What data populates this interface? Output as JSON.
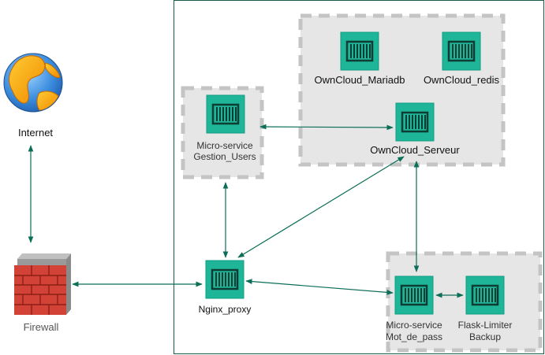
{
  "nodes": {
    "internet": {
      "label": "Internet",
      "icon": "globe-icon"
    },
    "firewall": {
      "label": "Firewall",
      "icon": "brick-wall-icon"
    },
    "gestion_users": {
      "line1": "Micro-service",
      "line2": "Gestion_Users",
      "icon": "container-icon"
    },
    "mariadb": {
      "label": "OwnCloud_Mariadb",
      "icon": "container-icon"
    },
    "redis": {
      "label": "OwnCloud_redis",
      "icon": "container-icon"
    },
    "serveur": {
      "label": "OwnCloud_Serveur",
      "icon": "container-icon"
    },
    "nginx": {
      "label": "Nginx_proxy",
      "icon": "container-icon"
    },
    "mot_de_pass": {
      "line1": "Micro-service",
      "line2": "Mot_de_pass",
      "icon": "container-icon"
    },
    "flask_limiter": {
      "line1": "Flask-Limiter",
      "line2": "Backup",
      "icon": "container-icon"
    }
  },
  "colors": {
    "container_fill": "#1fb598",
    "container_stroke": "#0f7a63",
    "arrow": "#0b6e57",
    "group_fill": "#e6e6e6",
    "group_dash": "#c4c4c4",
    "frame": "#1a5a4a",
    "firewall_label": "#555555"
  }
}
